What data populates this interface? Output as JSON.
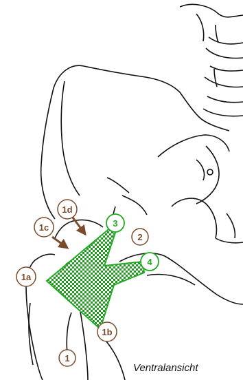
{
  "caption": "Ventralansicht",
  "colors": {
    "bone_outline": "#111111",
    "marker_brown": "#7a4a2a",
    "marker_green": "#22aa22",
    "hatch_green": "#1f9a1f"
  },
  "icons": {
    "arrow": "arrow-icon",
    "pattern": "checker-hatch"
  },
  "labels": {
    "1": "1",
    "1a": "1a",
    "1b": "1b",
    "1c": "1c",
    "1d": "1d",
    "2": "2",
    "3": "3",
    "4": "4"
  }
}
